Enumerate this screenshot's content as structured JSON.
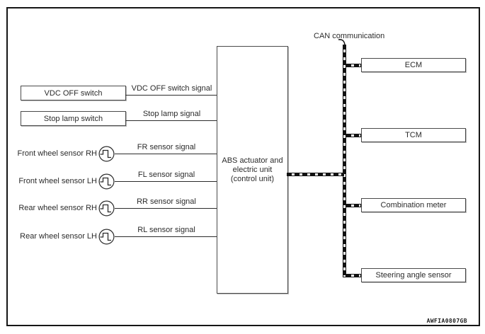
{
  "figure": {
    "can_label": "CAN communication",
    "figure_code": "AWFIA0807GB",
    "control_unit": "ABS actuator and\nelectric unit\n(control unit)",
    "inputs": [
      {
        "source": "VDC OFF switch",
        "signal": "VDC OFF switch signal",
        "kind": "switch-box"
      },
      {
        "source": "Stop lamp switch",
        "signal": "Stop lamp signal",
        "kind": "switch-box"
      },
      {
        "source": "Front wheel sensor RH",
        "signal": "FR sensor signal",
        "kind": "pulse-sensor"
      },
      {
        "source": "Front wheel sensor LH",
        "signal": "FL sensor signal",
        "kind": "pulse-sensor"
      },
      {
        "source": "Rear wheel sensor RH",
        "signal": "RR sensor signal",
        "kind": "pulse-sensor"
      },
      {
        "source": "Rear wheel sensor LH",
        "signal": "RL sensor signal",
        "kind": "pulse-sensor"
      }
    ],
    "can_nodes": [
      {
        "label": "ECM"
      },
      {
        "label": "TCM"
      },
      {
        "label": "Combination meter"
      },
      {
        "label": "Steering angle sensor"
      }
    ],
    "colors": {
      "line": "#2b2b2b",
      "bus": "#111111",
      "box_border": "#4a4a4a",
      "background": "#ffffff"
    }
  }
}
